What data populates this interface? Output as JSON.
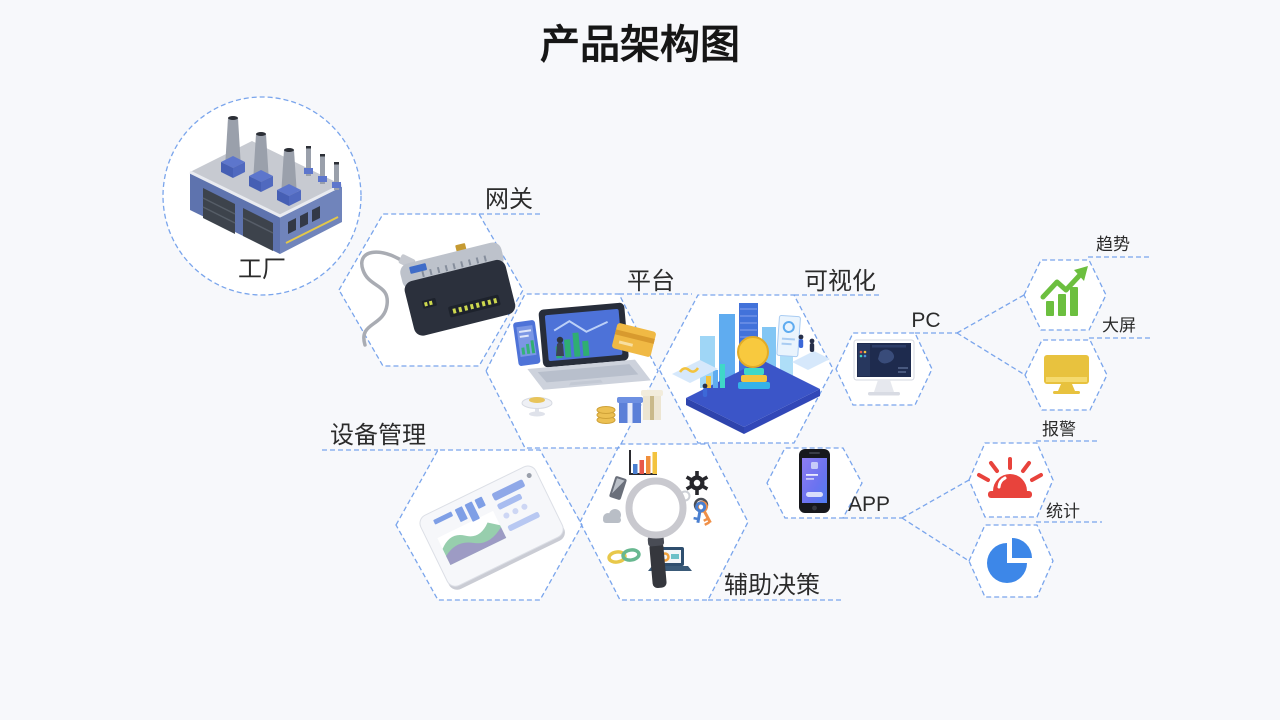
{
  "title": "产品架构图",
  "nodes": {
    "factory": {
      "label": "工厂"
    },
    "gateway": {
      "label": "网关"
    },
    "platform": {
      "label": "平台"
    },
    "visualization": {
      "label": "可视化"
    },
    "device_management": {
      "label": "设备管理"
    },
    "decision_support": {
      "label": "辅助决策"
    },
    "pc": {
      "label": "PC"
    },
    "app": {
      "label": "APP"
    },
    "trend": {
      "label": "趋势"
    },
    "big_screen": {
      "label": "大屏"
    },
    "alarm": {
      "label": "报警"
    },
    "statistics": {
      "label": "统计"
    }
  },
  "connections": [
    {
      "from": "pc",
      "to": "trend"
    },
    {
      "from": "pc",
      "to": "big_screen"
    },
    {
      "from": "app",
      "to": "alarm"
    },
    {
      "from": "app",
      "to": "statistics"
    }
  ],
  "colors": {
    "background": "#f7f8fb",
    "shape_fill": "#ffffff",
    "dashed_border": "#7aa5ec",
    "title_text": "#161616",
    "label_text": "#2b2b2b",
    "trend_green": "#6cbf3f",
    "big_screen_gold": "#e8c23e",
    "alarm_red": "#e8433c",
    "statistics_blue": "#3d87e8"
  }
}
